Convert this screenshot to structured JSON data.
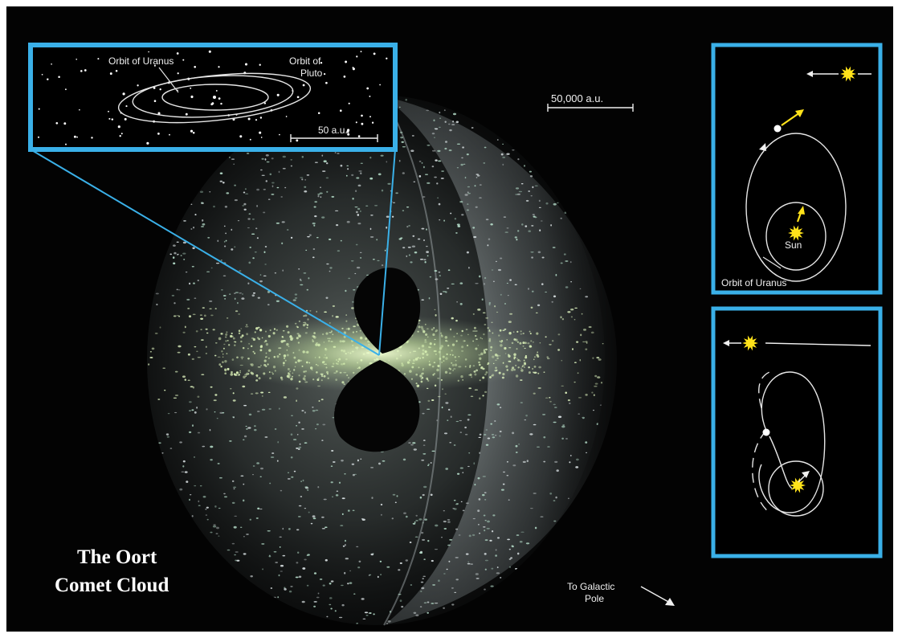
{
  "title": {
    "line1": "The Oort",
    "line2": "Comet Cloud"
  },
  "inset_top": {
    "orbit_uranus_label": "Orbit of Uranus",
    "orbit_pluto_line1": "Orbit of",
    "orbit_pluto_line2": "Pluto",
    "scale_label": "50 a.u."
  },
  "main_scale_label": "50,000 a.u.",
  "galactic_pole": {
    "line1": "To Galactic",
    "line2": "Pole"
  },
  "panel_top_right": {
    "sun_label": "Sun",
    "orbit_label": "Orbit of Uranus"
  },
  "colors": {
    "background": "#030303",
    "frame_blue": "#3ab0e8",
    "sun_yellow": "#ffe21a",
    "comet_green": "#d8f7a0"
  }
}
